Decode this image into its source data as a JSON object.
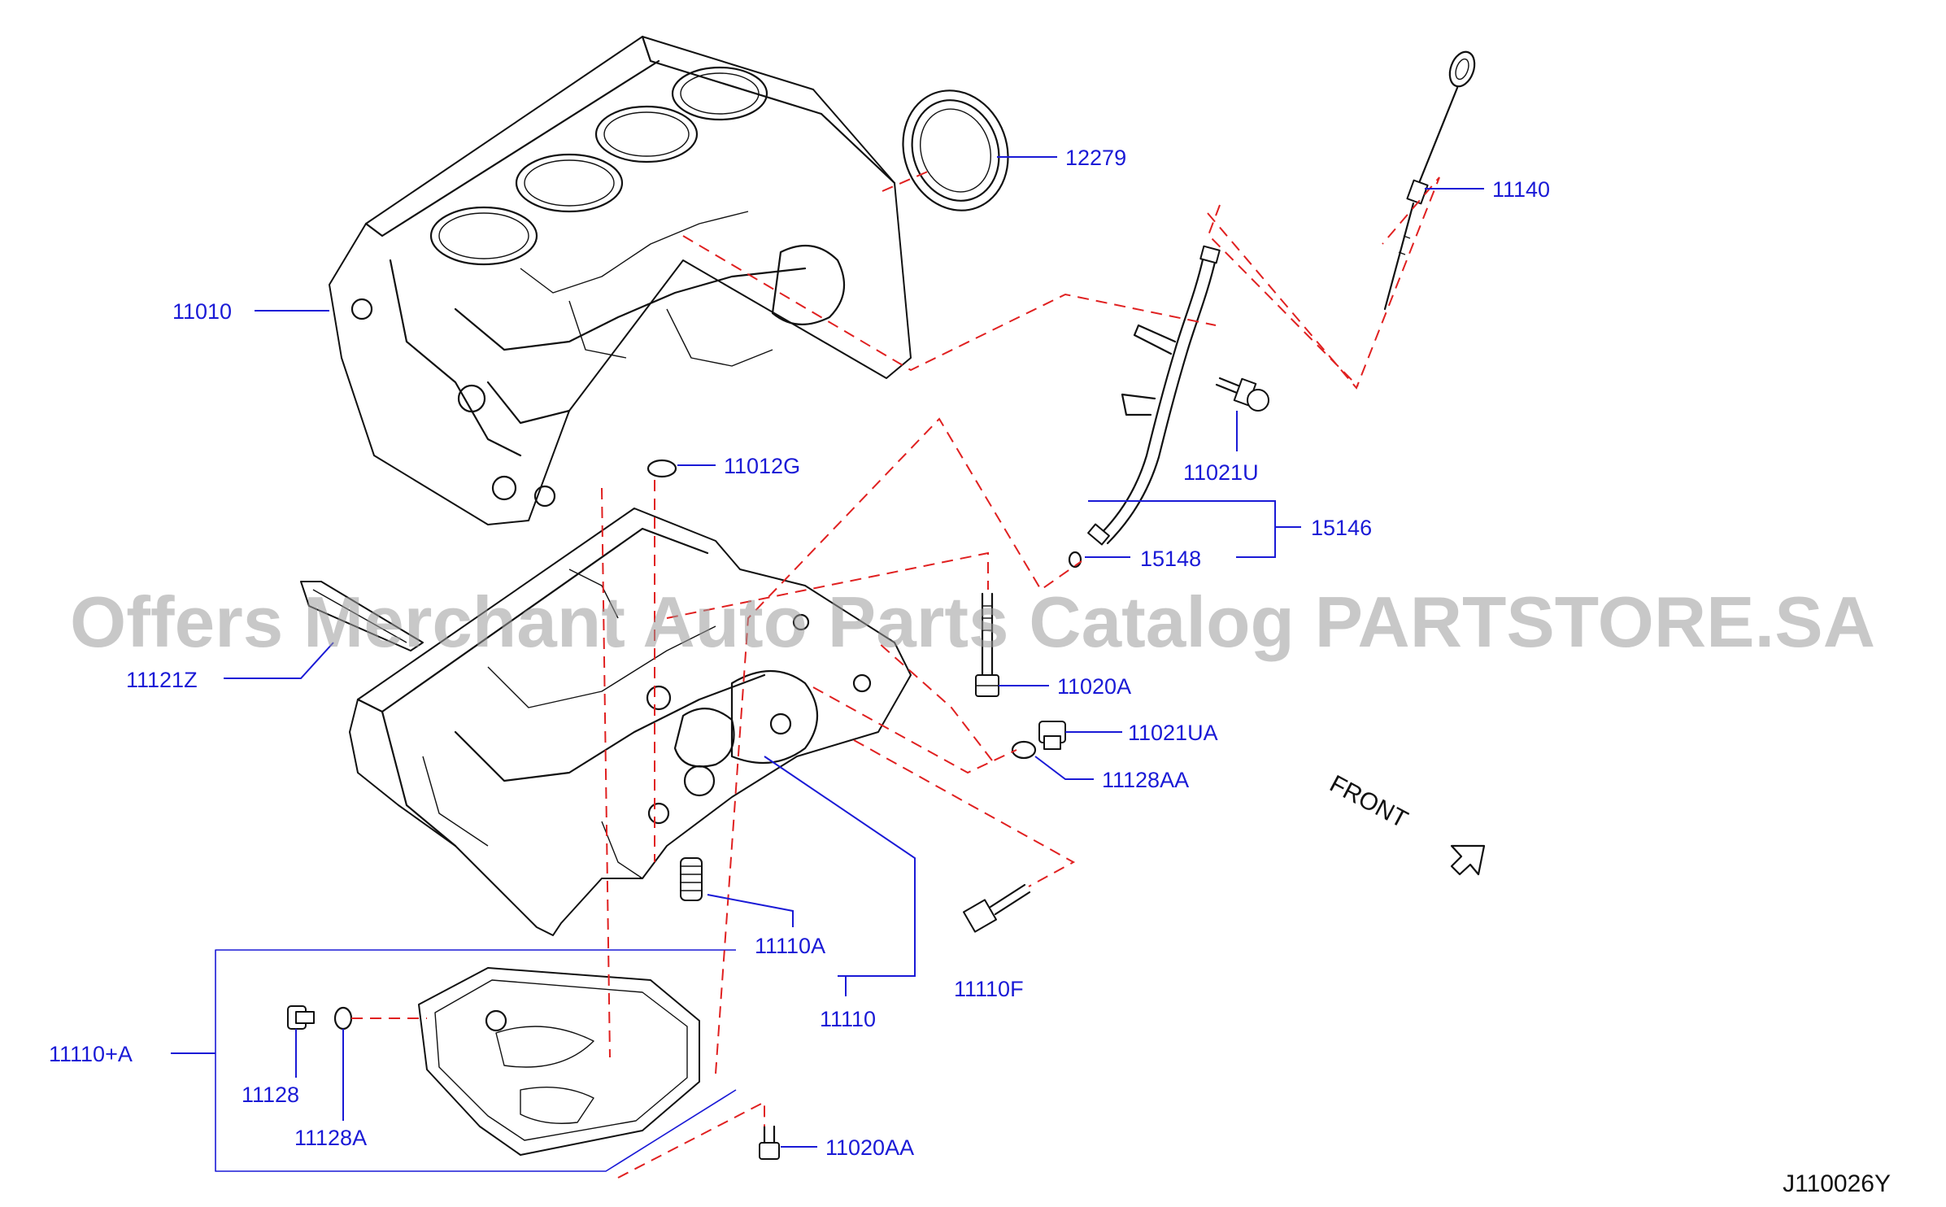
{
  "watermark": "Offers Merchant Auto Parts Catalog PARTSTORE.SA",
  "diagram_code": "J110026Y",
  "front_label": "FRONT",
  "parts": {
    "p11010": "11010",
    "p12279": "12279",
    "p11140": "11140",
    "p11012g": "11012G",
    "p11021u": "11021U",
    "p15146": "15146",
    "p15148": "15148",
    "p11121z": "11121Z",
    "p11020a": "11020A",
    "p11021ua": "11021UA",
    "p11128aa": "11128AA",
    "p11110a": "11110A",
    "p11110": "11110",
    "p11110f": "11110F",
    "p11110plusa": "11110+A",
    "p11128": "11128",
    "p11128a": "11128A",
    "p11020aa": "11020AA"
  }
}
